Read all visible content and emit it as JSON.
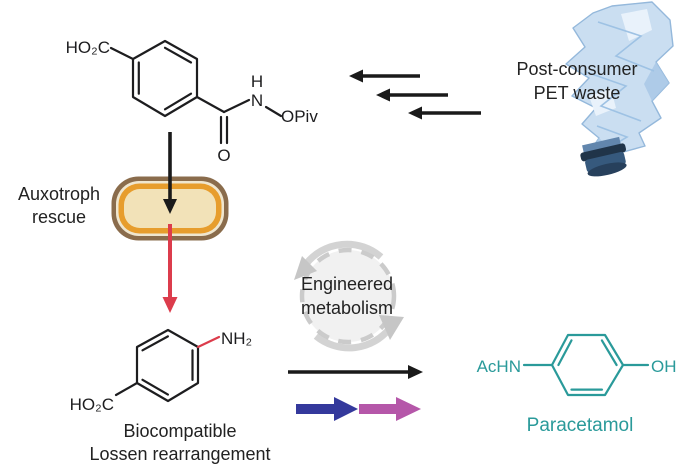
{
  "labels": {
    "pet_waste_line1": "Post-consumer",
    "pet_waste_line2": "PET waste",
    "auxotroph_line1": "Auxotroph",
    "auxotroph_line2": "rescue",
    "engineered_line1": "Engineered",
    "engineered_line2": "metabolism",
    "lossen_line1": "Biocompatible",
    "lossen_line2": "Lossen rearrangement",
    "paracetamol_name": "Paracetamol"
  },
  "molecule_labels": {
    "pet_hydroxamate": {
      "acid": "HO₂C",
      "h": "H",
      "n": "N",
      "opiv": "OPiv",
      "carbonyl_o": "O"
    },
    "paba": {
      "amine": "NH₂",
      "acid": "HO₂C"
    },
    "paracetamol": {
      "amide": "AcHN",
      "hydroxyl": "OH"
    }
  },
  "colors": {
    "black": "#1d1d1f",
    "red": "#dc3c4c",
    "teal": "#2a9a9a",
    "blue": "#34399c",
    "magenta": "#b557a9",
    "cell_outer_brown": "#8a6c4c",
    "cell_ring_orange": "#e79d2d",
    "cell_fill_tan": "#f2e2b8",
    "bottle_blue": "#c6dbf0",
    "cycle_gray": "#c8c8c8"
  },
  "icons": {
    "bottle": "pet-bottle-icon",
    "cell": "bacterial-cell-icon",
    "cycle": "metabolic-cycle-icon"
  }
}
